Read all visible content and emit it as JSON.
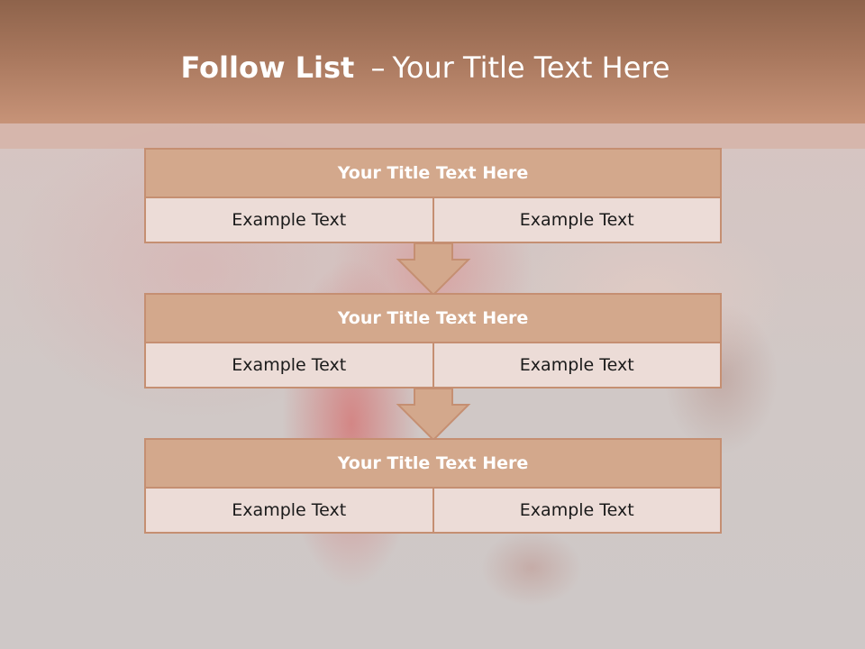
{
  "slide": {
    "title_bold": "Follow List",
    "title_sep": "–",
    "title_rest": "Your Title Text Here"
  },
  "steps": [
    {
      "title": "Your Title Text Here",
      "left": "Example Text",
      "right": "Example Text"
    },
    {
      "title": "Your Title Text Here",
      "left": "Example Text",
      "right": "Example Text"
    },
    {
      "title": "Your Title Text Here",
      "left": "Example Text",
      "right": "Example Text"
    }
  ],
  "colors": {
    "header": "#a8775d",
    "box_title": "#d3a88c",
    "box_cell": "#ecdcd7",
    "border": "#c58f72"
  }
}
